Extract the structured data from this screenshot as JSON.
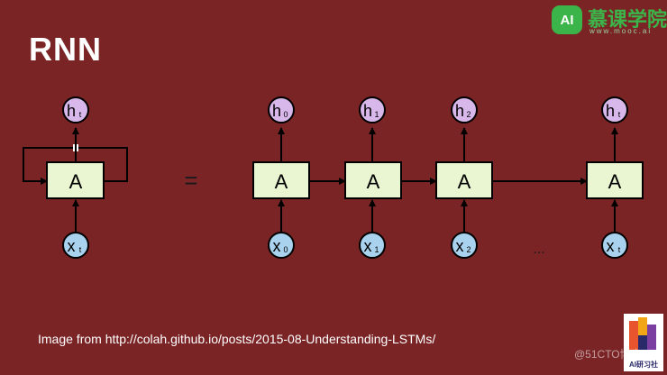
{
  "title": "RNN",
  "logo": {
    "mark": "AI",
    "name": "慕课学院",
    "subtitle": "www.mooc.ai"
  },
  "diagram": {
    "cell_label": "A",
    "equals": "=",
    "ellipsis": "...",
    "rolled": {
      "hidden": "h",
      "hidden_sub": "t",
      "input": "x",
      "input_sub": "t"
    },
    "steps": [
      {
        "hidden": "h",
        "hidden_sub": "0",
        "input": "x",
        "input_sub": "0"
      },
      {
        "hidden": "h",
        "hidden_sub": "1",
        "input": "x",
        "input_sub": "1"
      },
      {
        "hidden": "h",
        "hidden_sub": "2",
        "input": "x",
        "input_sub": "2"
      },
      {
        "hidden": "h",
        "hidden_sub": "t",
        "input": "x",
        "input_sub": "t"
      }
    ]
  },
  "credit": "Image from http://colah.github.io/posts/2015-08-Understanding-LSTMs/",
  "badge_text": "AI研习社",
  "watermark": "@51CTO博客",
  "colors": {
    "background": "#7a2426",
    "cell_fill": "#eaf6d2",
    "hidden_fill": "#d8b8ea",
    "input_fill": "#a8d2ee",
    "logo_green": "#3bb54a"
  }
}
